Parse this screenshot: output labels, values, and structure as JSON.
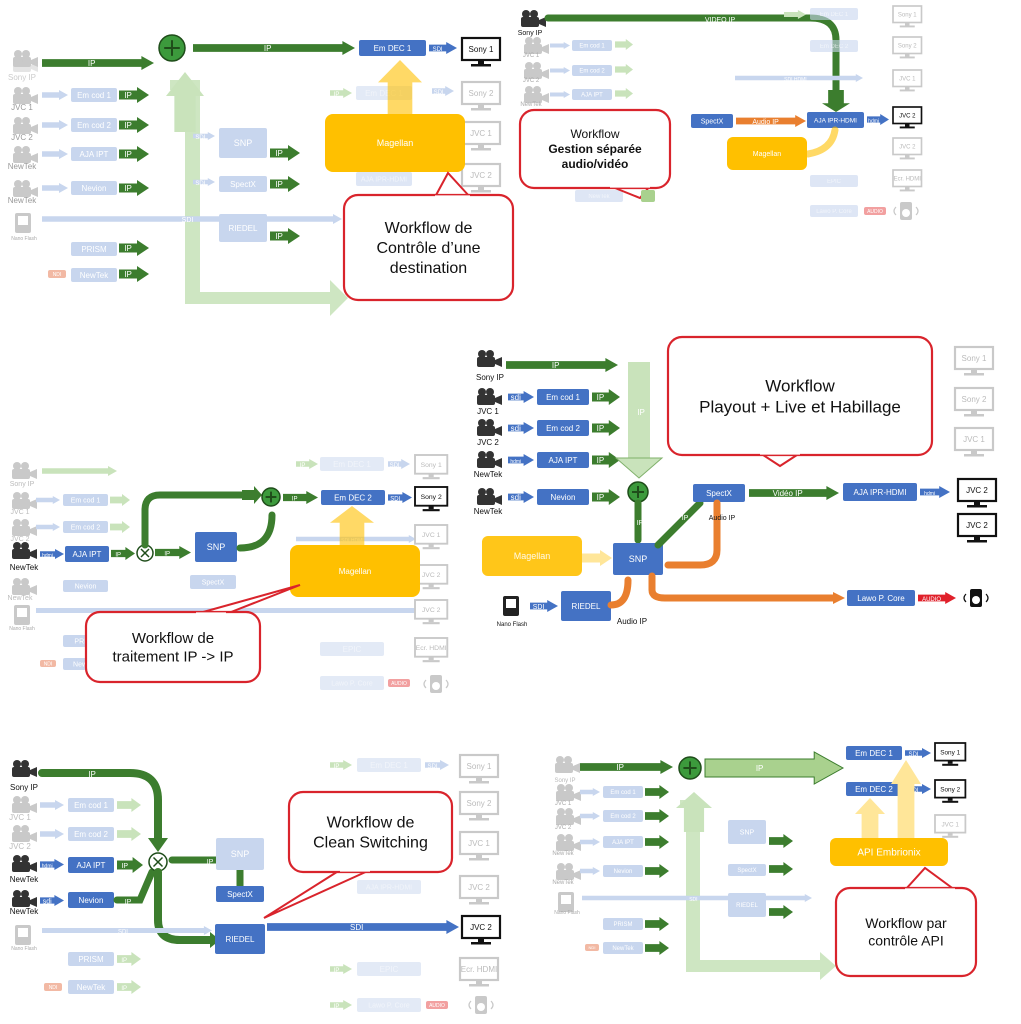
{
  "panels": [
    {
      "id": "p1",
      "callout": [
        "Workflow de",
        "Contrôle d’une",
        "destination"
      ],
      "link_labels": {
        "ip_top": "IP",
        "ip_mid": "IP",
        "sdi": "SDI",
        "sdi_out": "SDI",
        "sdi_hdmi": "SDI HDMI"
      },
      "sources": [
        "Sony IP",
        "JVC 1",
        "JVC 2",
        "NewTek",
        "NewTek",
        "Nano Flash"
      ],
      "nodes": {
        "em_dec1": "Em DEC 1",
        "magellan": "Magellan",
        "snp": "SNP",
        "spectx": "SpectX",
        "riedel": "RIEDEL",
        "em_cod1": "Em cod 1",
        "em_cod2": "Em cod 2",
        "aja_ipt": "AJA IPT",
        "nevion": "Nevion",
        "prism": "PRISM",
        "newtek": "NewTek",
        "aja_ipr": "AJA IPR-HDMI"
      },
      "outputs": [
        "Sony 1",
        "Sony 2",
        "JVC 1",
        "JVC 2",
        "JVC 2"
      ],
      "tags": {
        "ndi": "NDI",
        "ip": "IP",
        "sdi": "SDI"
      }
    },
    {
      "id": "p2",
      "callout": [
        "Workflow",
        "Gestion séparée",
        "audio/vidéo"
      ],
      "link_labels": {
        "video_ip": "VIDEO IP",
        "audio_ip": "Audio IP",
        "sdi_hdmi": "SDI HDMI",
        "hdmi": "hdmi"
      },
      "sources": [
        "Sony IP",
        "JVC 1",
        "JVC 2",
        "NewTek"
      ],
      "nodes": {
        "spectx": "SpectX",
        "aja_ipr": "AJA IPR-HDMI",
        "magellan": "Magellan",
        "em_dec1": "Em DEC 1",
        "em_dec2": "Em DEC 2",
        "em_cod1": "Em cod 1",
        "em_cod2": "Em cod 2",
        "aja_ipt": "AJA IPT",
        "epic": "EPIC",
        "lawo": "Lawo P. Core",
        "newtek": "NewTek"
      },
      "outputs": [
        "Sony 1",
        "Sony 2",
        "JVC 1",
        "JVC 2",
        "JVC 2",
        "Ecr. HDMI"
      ],
      "tags": {
        "audio": "AUDIO"
      }
    },
    {
      "id": "p3",
      "callout": [
        "Workflow de",
        "traitement",
        "IP -> IP"
      ],
      "link_labels": {
        "ip": "IP",
        "sdi": "SDI",
        "hdmi": "hdmi"
      },
      "sources": [
        "Sony IP",
        "JVC 1",
        "JVC 2",
        "NewTek",
        "NewTek",
        "Nano Flash"
      ],
      "nodes": {
        "em_dec1": "Em DEC 1",
        "em_dec2": "Em DEC 2",
        "snp": "SNP",
        "magellan": "Magellan",
        "spectx": "SpectX",
        "aja_ipt": "AJA IPT",
        "em_cod1": "Em cod 1",
        "em_cod2": "Em cod 2",
        "nevion": "Nevion",
        "epic": "EPIC",
        "lawo": "Lawo P. Core",
        "prism": "PRISM",
        "newtek": "NewTek",
        "sdi_hdmi": "SDI HDMI"
      },
      "outputs": [
        "Sony 1",
        "Sony 2",
        "JVC 1",
        "JVC 2",
        "JVC 2",
        "Ecr. HDMI"
      ],
      "tags": {
        "ndi": "NDI",
        "audio": "AUDIO"
      }
    },
    {
      "id": "p4",
      "callout": [
        "Workflow",
        "Playout + Live et Habillage"
      ],
      "link_labels": {
        "ip": "IP",
        "sdi": "sdi",
        "hdmi": "hdmi",
        "video_ip": "Vidéo IP",
        "audio_ip": "Audio IP",
        "audio_ip_v": "Audio IP",
        "sdi_big": "SDI",
        "ip_v": "IP"
      },
      "sources": [
        "Sony IP",
        "JVC 1",
        "JVC 2",
        "NewTek",
        "NewTek",
        "Nano Flash"
      ],
      "nodes": {
        "em_cod1": "Em cod 1",
        "em_cod2": "Em cod 2",
        "aja_ipt": "AJA IPT",
        "nevion": "Nevion",
        "spectx": "SpectX",
        "aja_ipr": "AJA IPR-HDMI",
        "magellan": "Magellan",
        "snp": "SNP",
        "riedel": "RIEDEL",
        "lawo": "Lawo P. Core"
      },
      "outputs": [
        "Sony 1",
        "Sony 2",
        "JVC 1",
        "JVC 2",
        "JVC 2"
      ],
      "tags": {
        "audio": "AUDIO",
        "ip": "IP"
      }
    },
    {
      "id": "p5",
      "callout": [
        "Workflow de",
        "Clean Switching"
      ],
      "link_labels": {
        "ip": "IP",
        "sdi": "SDI",
        "hdmi": "hdmi",
        "sdi_b": "sdi"
      },
      "sources": [
        "Sony IP",
        "JVC 1",
        "JVC 2",
        "NewTek",
        "NewTek",
        "Nano Flash"
      ],
      "nodes": {
        "em_dec1": "Em DEC 1",
        "em_cod1": "Em cod 1",
        "em_cod2": "Em cod 2",
        "aja_ipt": "AJA IPT",
        "nevion": "Nevion",
        "snp": "SNP",
        "spectx": "SpectX",
        "riedel": "RIEDEL",
        "aja_ipr": "AJA IPR-HDMI",
        "prism": "PRISM",
        "newtek": "NewTek",
        "epic": "EPIC",
        "lawo": "Lawo P. Core"
      },
      "outputs": [
        "Sony 1",
        "Sony 2",
        "JVC 1",
        "JVC 2",
        "JVC 2",
        "Ecr. HDMI"
      ],
      "tags": {
        "ndi": "NDI",
        "audio": "AUDIO",
        "ip": "IP"
      }
    },
    {
      "id": "p6",
      "callout": [
        "Workflow par",
        "contrôle API"
      ],
      "link_labels": {
        "ip": "IP",
        "sdi": "SDI"
      },
      "sources": [
        "Sony IP",
        "JVC 1",
        "JVC 2",
        "NewTek",
        "NewTek",
        "Nano Flash"
      ],
      "nodes": {
        "em_dec1": "Em DEC 1",
        "em_dec2": "Em DEC 2",
        "api": "API Embrionix",
        "snp": "SNP",
        "spectx": "SpectX",
        "riedel": "RIEDEL",
        "em_cod1": "Em cod 1",
        "em_cod2": "Em cod 2",
        "aja_ipt": "AJA IPT",
        "nevion": "Nevion",
        "prism": "PRISM",
        "newtek": "NewTek"
      },
      "outputs": [
        "Sony 1",
        "Sony 2",
        "JVC 1"
      ],
      "tags": {
        "ndi": "NDI"
      }
    }
  ],
  "colors": {
    "green": "#3c7d2e",
    "lightgreen": "#c9e3bb",
    "blue": "#4472c4",
    "lightblue": "#c8d6ee",
    "orange": "#e97f2f",
    "yellow": "#ffc000",
    "red": "#e0202a",
    "dark": "#222222"
  }
}
